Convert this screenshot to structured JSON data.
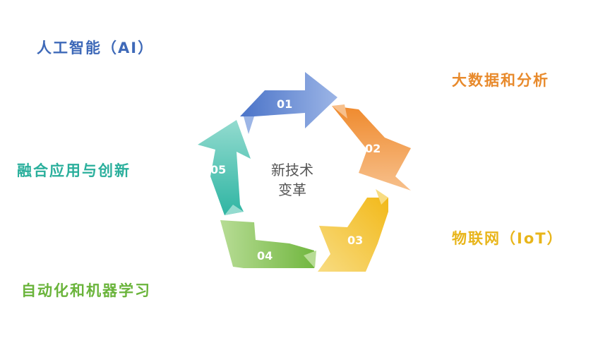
{
  "center": {
    "line1": "新技术",
    "line2": "变革"
  },
  "steps": [
    {
      "num": "01",
      "label": "人工智能（AI）",
      "color": "#4a73c8",
      "light": "#9cb5e6"
    },
    {
      "num": "02",
      "label": "大数据和分析",
      "color": "#ef8a2d",
      "light": "#f7c08c"
    },
    {
      "num": "03",
      "label": "物联网（IoT）",
      "color": "#f2b91a",
      "light": "#f8dc82"
    },
    {
      "num": "04",
      "label": "自动化和机器学习",
      "color": "#72b740",
      "light": "#b7dc95"
    },
    {
      "num": "05",
      "label": "融合应用与创新",
      "color": "#2fb5a3",
      "light": "#93dbcf"
    }
  ]
}
